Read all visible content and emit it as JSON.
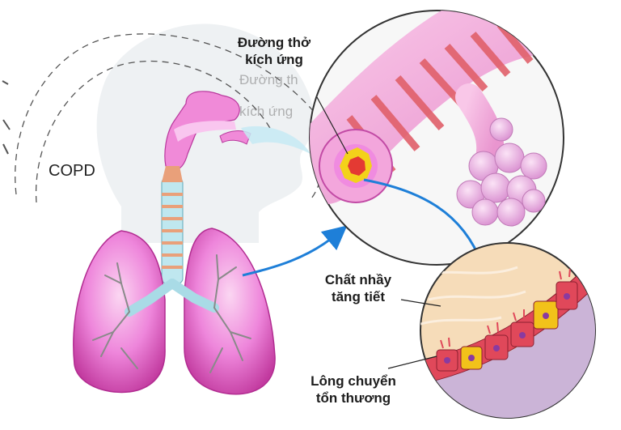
{
  "labels": {
    "copd": "COPD",
    "airway_line1": "Đường thở",
    "airway_line2": "kích ứng",
    "airway_ghost_line1": "Đường th",
    "airway_ghost_line2": "kích ứng",
    "mucus_line1": "Chất nhầy",
    "mucus_line2": "tăng tiết",
    "cilia_line1": "Lông chuyển",
    "cilia_line2": "tổn thương"
  },
  "colors": {
    "lung": "#ea6fd3",
    "lung_dark": "#c1329c",
    "trachea": "#8fd0dc",
    "bronchus_ring": "#e0606a",
    "alveoli": "#eba3e0",
    "arrow": "#1e7fd8",
    "mucus": "#f6dcb9",
    "cell_red": "#e0485a",
    "cell_yellow": "#f2c21a"
  }
}
